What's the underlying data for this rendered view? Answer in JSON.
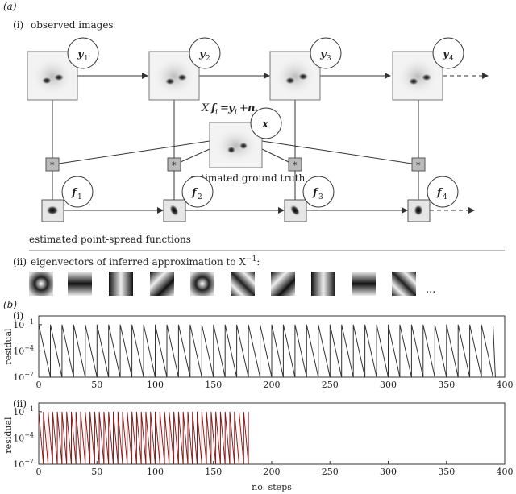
{
  "panel_a": {
    "label": "(a)",
    "part_i": {
      "label": "(i)",
      "heading": "observed images",
      "observed": [
        "y",
        "y",
        "y",
        "y"
      ],
      "observed_subscripts": [
        "1",
        "2",
        "3",
        "4"
      ],
      "psfs": [
        "f",
        "f",
        "f",
        "f"
      ],
      "psf_subscripts": [
        "1",
        "2",
        "3",
        "4"
      ],
      "ground_truth_symbol": "x",
      "equation": {
        "X": "X",
        "f": "f",
        "i": "i",
        "eq": "=",
        "y": "y",
        "plus": "+",
        "n": "n"
      },
      "ground_truth_caption": "estimated ground truth",
      "operator_symbol": "*",
      "psf_caption": "estimated point-spread functions"
    },
    "part_ii": {
      "label": "(ii)",
      "caption": "eigenvectors of inferred approximation to X",
      "caption_superscript": "−1",
      "caption_end": ":",
      "ellipsis": "..."
    }
  },
  "panel_b": {
    "label": "(b)"
  },
  "chart_data": [
    {
      "type": "line",
      "panel": "(i)",
      "ylabel": "residual",
      "xlabel": "",
      "yscale": "log",
      "xlim": [
        0,
        400
      ],
      "ylim": [
        1e-07,
        1
      ],
      "yticks": [
        "10^-1",
        "10^-4",
        "10^-7"
      ],
      "xticks": [
        0,
        50,
        100,
        150,
        200,
        250,
        300,
        350,
        400
      ],
      "series": [
        {
          "color": "#333333",
          "cycle_length": 10,
          "start": 0,
          "end": 392,
          "high": 0.1,
          "low": 1e-07
        }
      ]
    },
    {
      "type": "line",
      "panel": "(ii)",
      "ylabel": "residual",
      "xlabel": "no. steps",
      "yscale": "log",
      "xlim": [
        0,
        400
      ],
      "ylim": [
        1e-07,
        1
      ],
      "yticks": [
        "10^-1",
        "10^-4",
        "10^-7"
      ],
      "xticks": [
        0,
        50,
        100,
        150,
        200,
        250,
        300,
        350,
        400
      ],
      "series": [
        {
          "color": "#8b1a1a",
          "cycle_length": 4,
          "start": 0,
          "end": 180,
          "high": 0.1,
          "low": 1e-07
        }
      ]
    }
  ]
}
